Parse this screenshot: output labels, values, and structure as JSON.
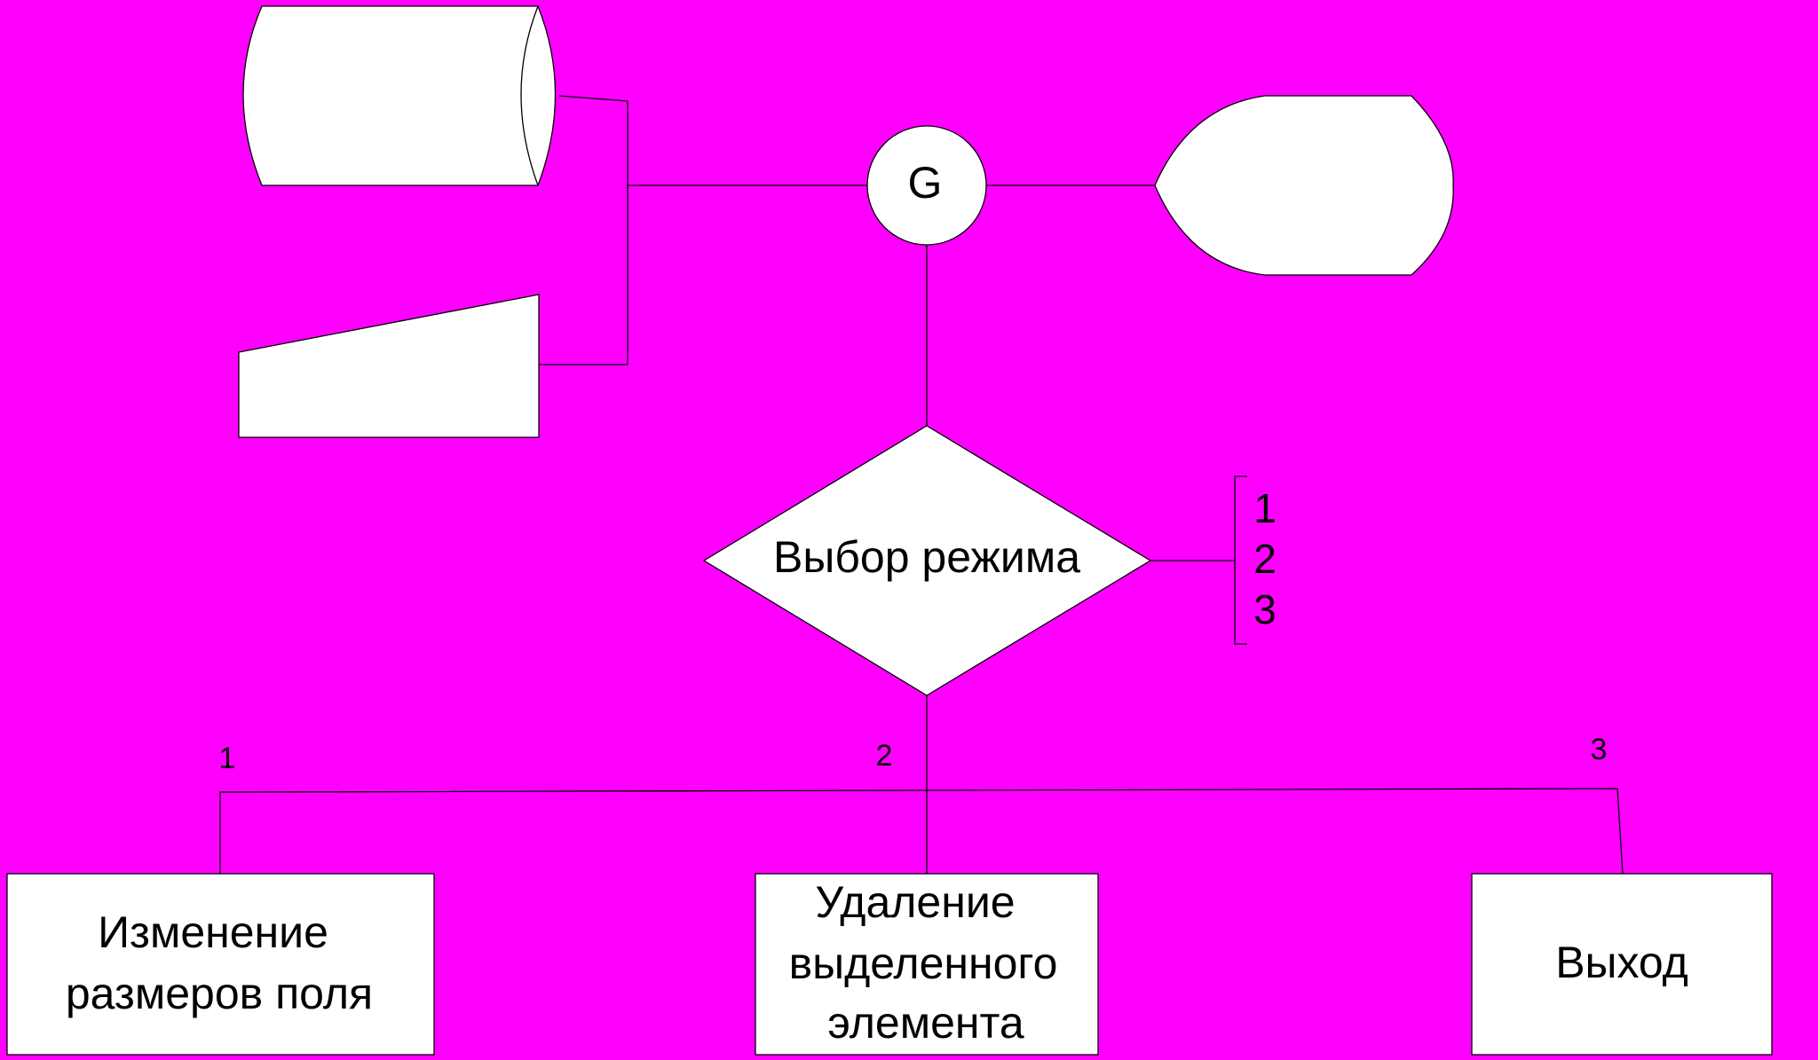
{
  "colors": {
    "background": "#ff00ff",
    "shape_fill": "#ffffff",
    "stroke": "#000000"
  },
  "connector": {
    "label": "G"
  },
  "decision": {
    "label": "Выбор режима",
    "options": [
      "1",
      "2",
      "3"
    ]
  },
  "branches": [
    {
      "number": "1",
      "lines": [
        "Изменение",
        "размеров поля"
      ]
    },
    {
      "number": "2",
      "lines": [
        "Удаление",
        "выделенного",
        "элемента"
      ]
    },
    {
      "number": "3",
      "lines": [
        "Выход"
      ]
    }
  ]
}
